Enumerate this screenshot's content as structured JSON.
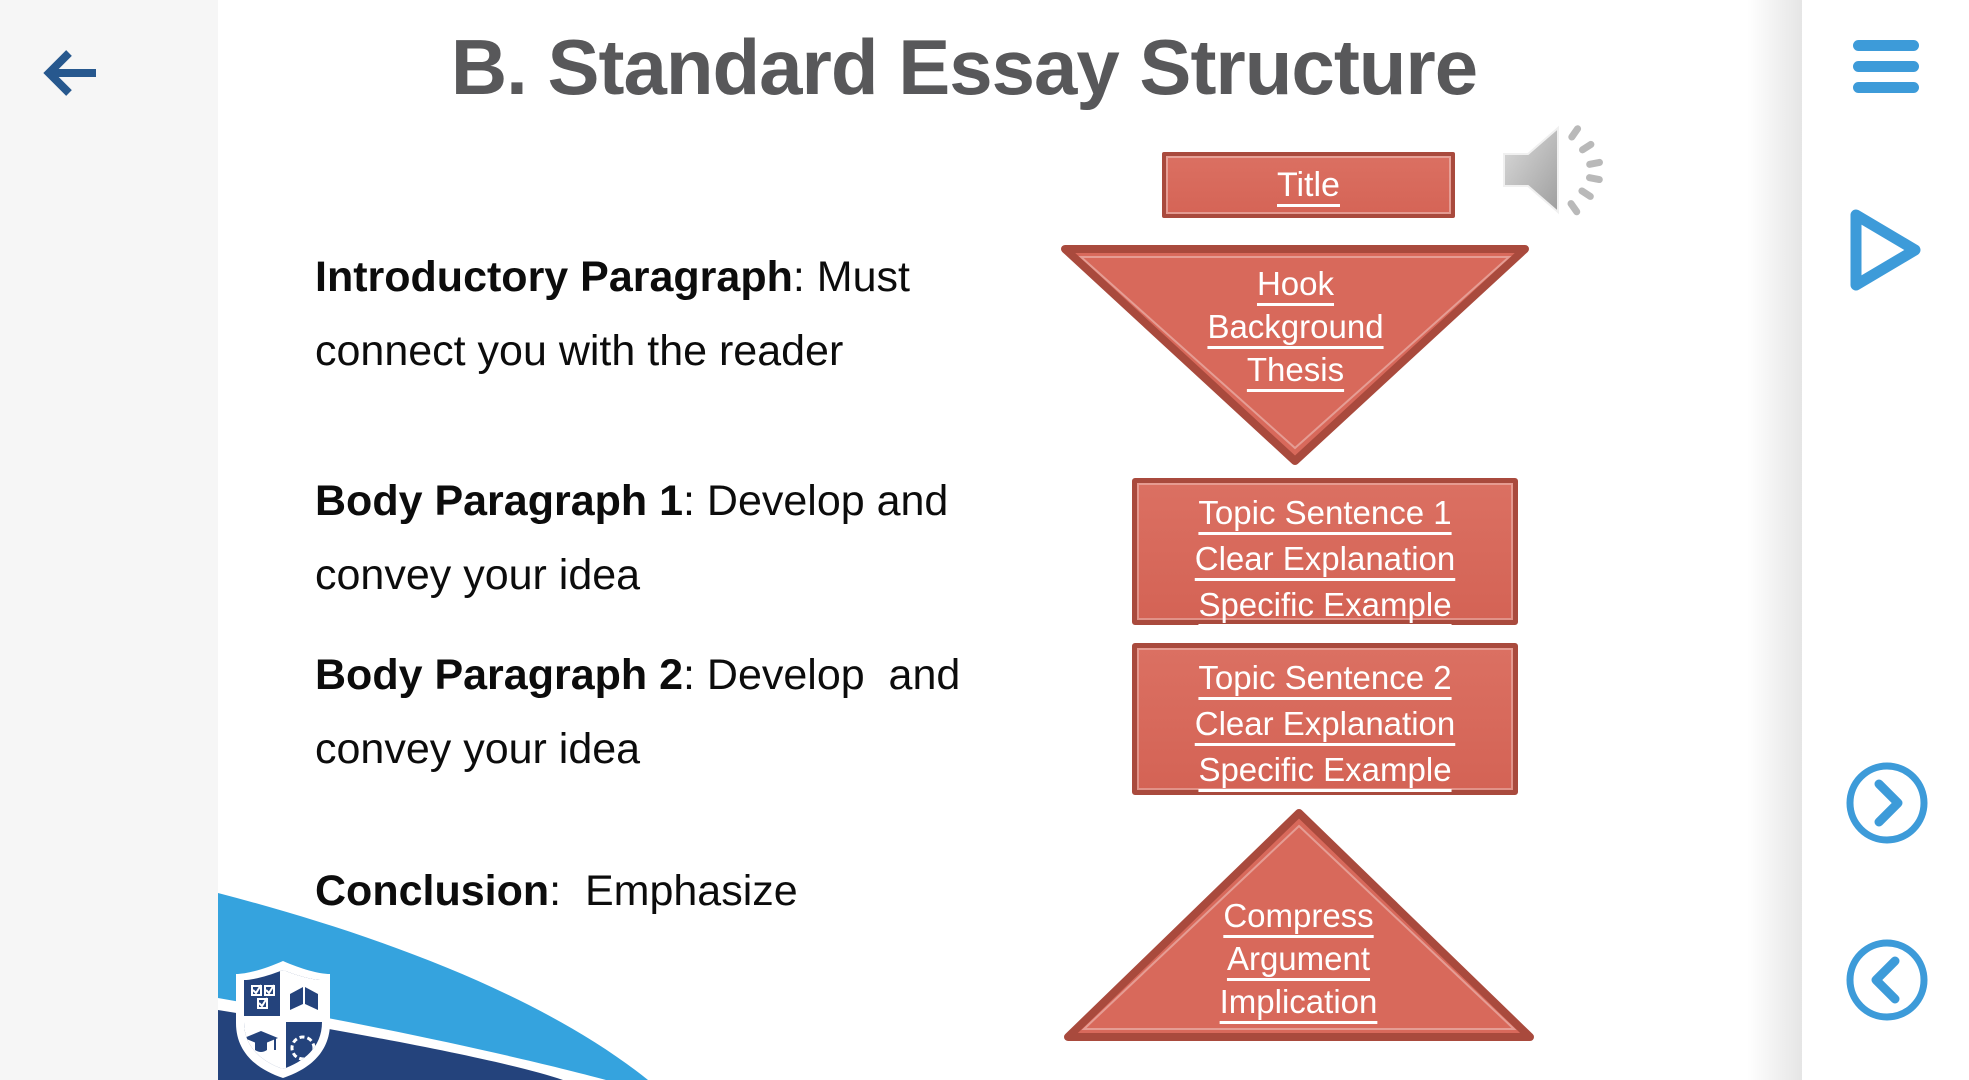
{
  "nav": {
    "back_icon": "back-arrow",
    "menu_icon": "hamburger-menu",
    "play_icon": "play",
    "next_icon": "chevron-right-circle",
    "prev_icon": "chevron-left-circle"
  },
  "slide": {
    "title": "B. Standard Essay Structure",
    "paragraphs": [
      {
        "lead": "Introductory Paragraph",
        "rest": ": Must connect you with the reader"
      },
      {
        "lead": "Body Paragraph 1",
        "rest": ": Develop and convey your idea"
      },
      {
        "lead": "Body Paragraph 2",
        "rest": ": Develop  and convey your idea"
      },
      {
        "lead": "Conclusion",
        "rest": ":  Emphasize"
      }
    ],
    "diagram": {
      "title_box": {
        "label": "Title"
      },
      "intro_triangle": {
        "lines": [
          "Hook",
          "Background",
          "Thesis"
        ]
      },
      "body_box_1": {
        "lines": [
          "Topic Sentence 1",
          "Clear Explanation",
          "Specific Example"
        ]
      },
      "body_box_2": {
        "lines": [
          "Topic Sentence 2",
          "Clear Explanation",
          "Specific Example"
        ]
      },
      "conclusion_triangle": {
        "lines": [
          "Compress",
          "Argument",
          "Implication"
        ]
      },
      "speaker_icon": "audio-speaker"
    },
    "logo_icon": "school-crest"
  },
  "colors": {
    "shape_fill": "#d8695b",
    "shape_border": "#a94a3d",
    "accent_blue": "#3d9bd9",
    "back_arrow_blue": "#27588e",
    "title_gray": "#58585a",
    "wave_light_blue": "#35a3de",
    "wave_navy": "#24437c",
    "app_background": "#f6f6f6"
  }
}
